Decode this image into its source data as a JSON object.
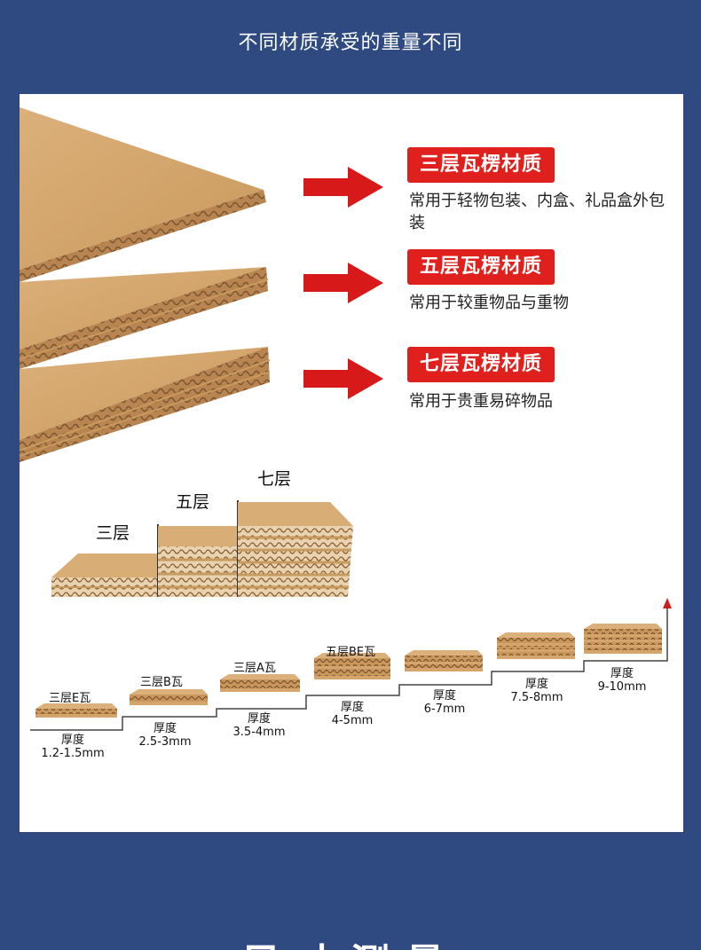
{
  "page": {
    "title": "不同材质承受的重量不同",
    "next_title": "尺寸测量"
  },
  "materials": [
    {
      "name": "三层瓦楞材质",
      "desc": "常用于轻物包装、内盒、礼品盒外包装"
    },
    {
      "name": "五层瓦楞材质",
      "desc": "常用于较重物品与重物"
    },
    {
      "name": "七层瓦楞材质",
      "desc": "常用于贵重易碎物品"
    }
  ],
  "stairs": [
    "三层",
    "五层",
    "七层"
  ],
  "thickness": [
    {
      "name": "三层E瓦",
      "label": "厚度",
      "value": "1.2-1.5mm"
    },
    {
      "name": "三层B瓦",
      "label": "厚度",
      "value": "2.5-3mm"
    },
    {
      "name": "三层A瓦",
      "label": "厚度",
      "value": "3.5-4mm"
    },
    {
      "name": "五层BE瓦",
      "label": "厚度",
      "value": "4-5mm"
    },
    {
      "name": "",
      "label": "厚度",
      "value": "6-7mm"
    },
    {
      "name": "",
      "label": "厚度",
      "value": "7.5-8mm"
    },
    {
      "name": "",
      "label": "厚度",
      "value": "9-10mm"
    }
  ],
  "colors": {
    "background": "#2f4a80",
    "accent": "#e0201c",
    "kraft": "#d6a66a"
  },
  "icons": [
    "arrow-right-icon",
    "arrow-up-icon"
  ]
}
